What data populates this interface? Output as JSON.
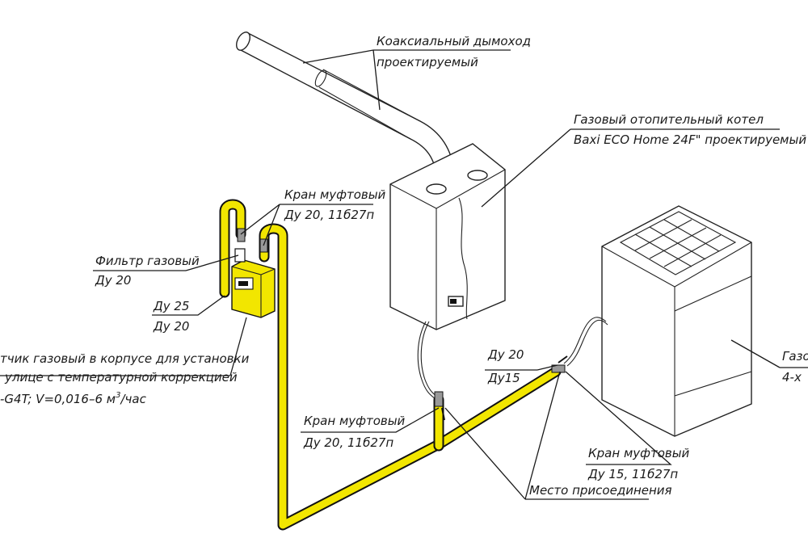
{
  "colors": {
    "gas_pipe": "#f2e600",
    "gas_pipe_outline": "#111111",
    "meter_body": "#f2e600",
    "line": "#1a1a1a",
    "background": "#ffffff"
  },
  "labels": {
    "chimney_line1": "Коаксиальный дымоход",
    "chimney_line2": "проектируемый",
    "boiler_line1": "Газовый отопительный котел",
    "boiler_line2": "Baxi ECO Home 24F\" проектируемый",
    "valve_top_line1": "Кран муфтовый",
    "valve_top_line2": "Ду 20, 11б27п",
    "filter_line1": "Фильтр газовый",
    "filter_line2": "Ду 20",
    "pipe_left_line1": "Ду 25",
    "pipe_left_line2": "Ду 20",
    "meter_line1": "тчик газовый в корпусе для установки",
    "meter_line2": "улице с температурной коррекцией",
    "meter_line3_main": "-G4T; V=0,016–6 м",
    "meter_line3_sup": "3",
    "meter_line3_end": "/час",
    "valve_mid_line1": "Кран муфтовый",
    "valve_mid_line2": "Ду 20, 11б27п",
    "pipe_right_line1": "Ду 20",
    "pipe_right_line2": "Ду15",
    "valve_right_line1": "Кран муфтовый",
    "valve_right_line2": "Ду 15, 11б27п",
    "connection": "Место присоединения",
    "stove_line1": "Газо",
    "stove_line2": "4-х"
  },
  "icons": [
    "coaxial-chimney",
    "wall-boiler",
    "gas-meter",
    "gas-filter",
    "ball-valve",
    "gas-stove"
  ]
}
